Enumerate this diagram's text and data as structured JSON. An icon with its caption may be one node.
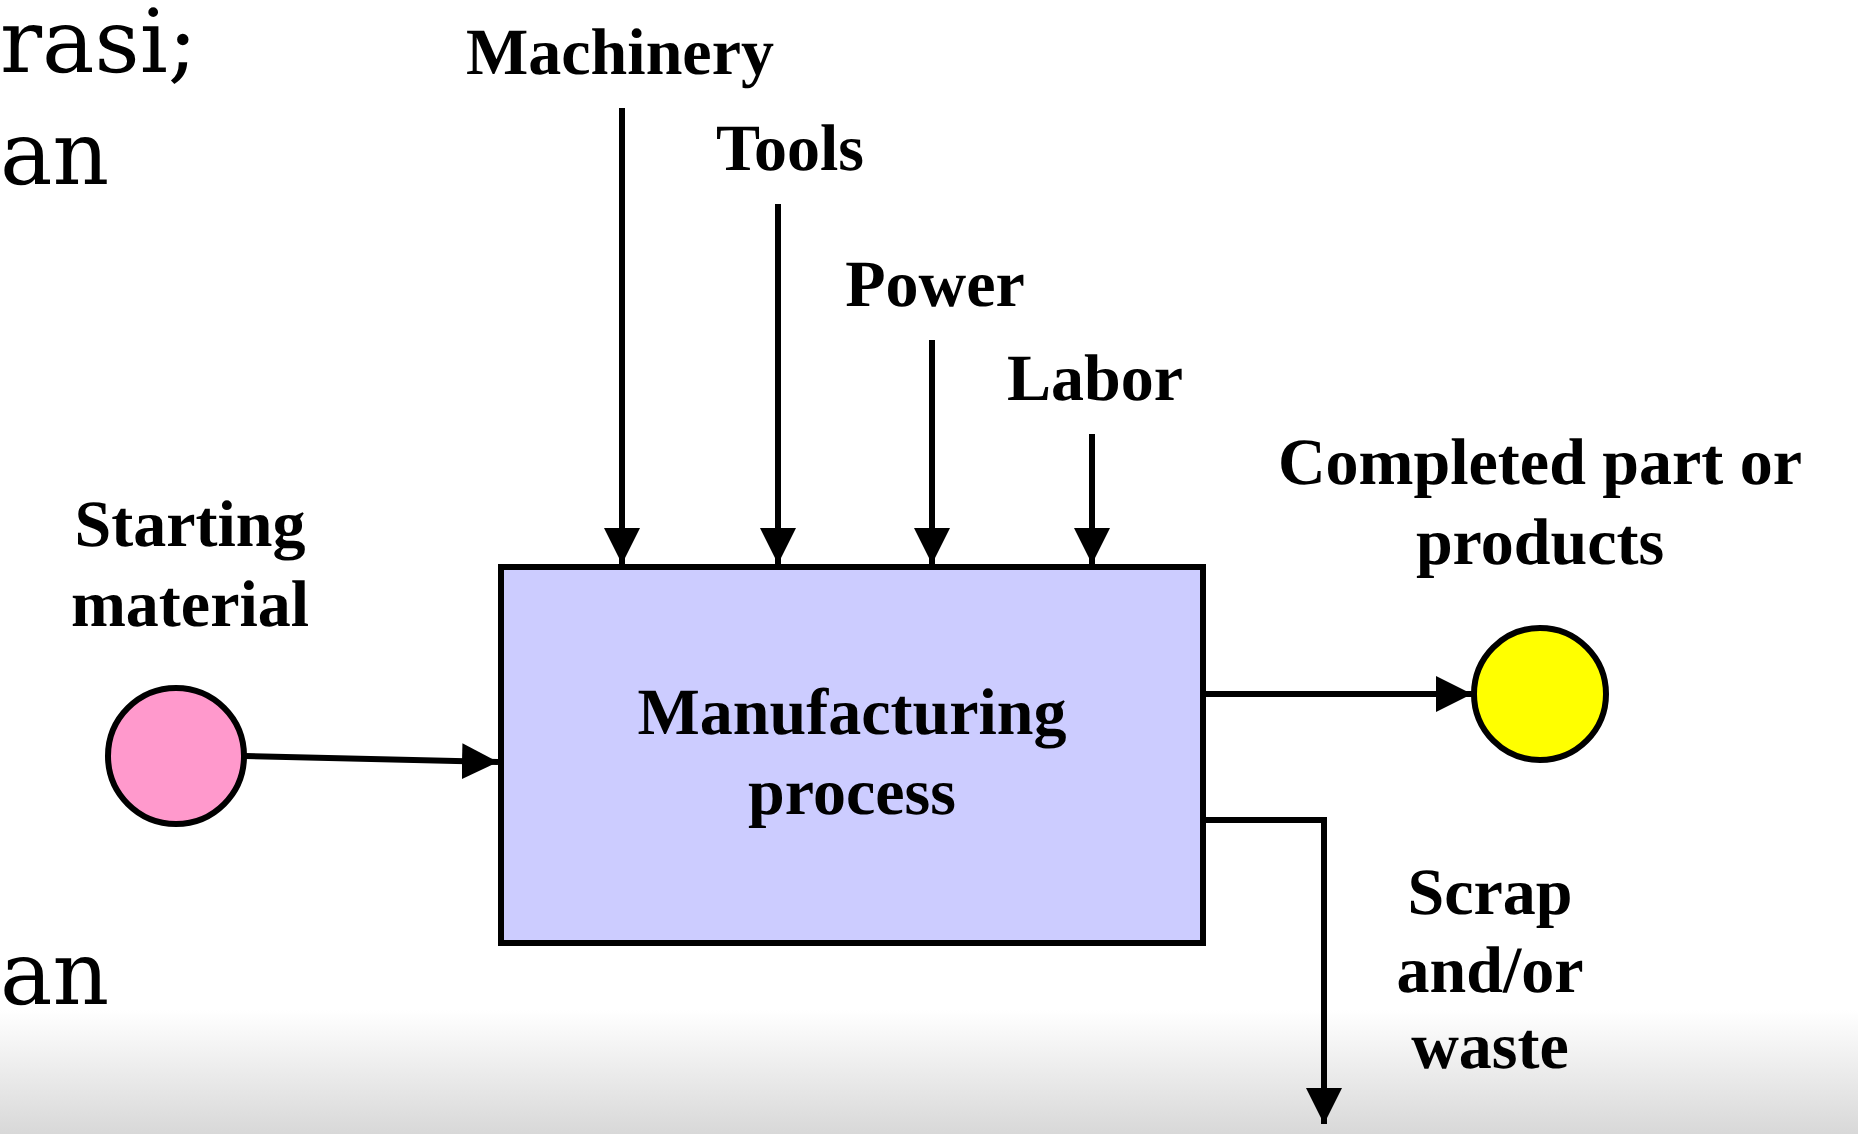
{
  "diagram": {
    "nodes": [
      {
        "text": [
          "Machinery"
        ]
      },
      {
        "text": [
          "Tools"
        ]
      },
      {
        "text": [
          "Power"
        ]
      },
      {
        "text": [
          "Labor"
        ]
      },
      {
        "text": [
          "Starting material"
        ]
      },
      {
        "text": [
          "Manufacturing process"
        ]
      },
      {
        "text": [
          "Completed part or products"
        ]
      }
    ],
    "edges": [
      {
        "from": 0,
        "to": 5,
        "arrow": "to"
      },
      {
        "from": 1,
        "to": 5,
        "arrow": "to"
      },
      {
        "from": 2,
        "to": 5,
        "arrow": "to"
      },
      {
        "from": 3,
        "to": 5,
        "arrow": "to"
      },
      {
        "from": 4,
        "to": 5,
        "arrow": "to"
      },
      {
        "from": 5,
        "to": 6,
        "arrow": "to"
      },
      {
        "from": 5,
        "to": null,
        "arrow": "to",
        "label": "Scrap and/or waste"
      }
    ],
    "labels": [
      "rasi;",
      "an",
      "an"
    ]
  }
}
